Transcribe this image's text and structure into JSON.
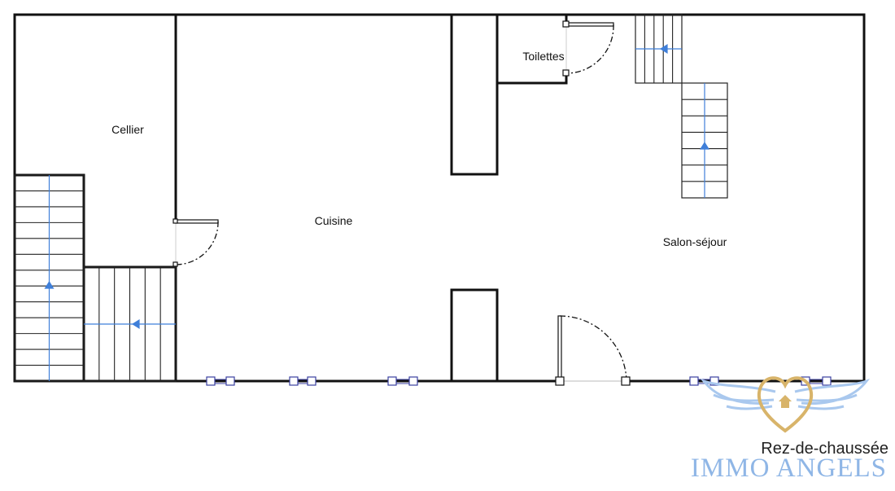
{
  "rooms": {
    "cellier": "Cellier",
    "toilettes": "Toilettes",
    "cuisine": "Cuisine",
    "salon": "Salon-séjour"
  },
  "caption": "Rez-de-chaussée",
  "brand": {
    "name": "IMMO ANGELS",
    "color": "#8fb6e6",
    "logo_color": "#d8b46a",
    "wing_color": "#a9c8ee"
  },
  "colors": {
    "wall": "#111111",
    "stair_arrow": "#3f7fd9",
    "window": "#3a3fa0"
  }
}
